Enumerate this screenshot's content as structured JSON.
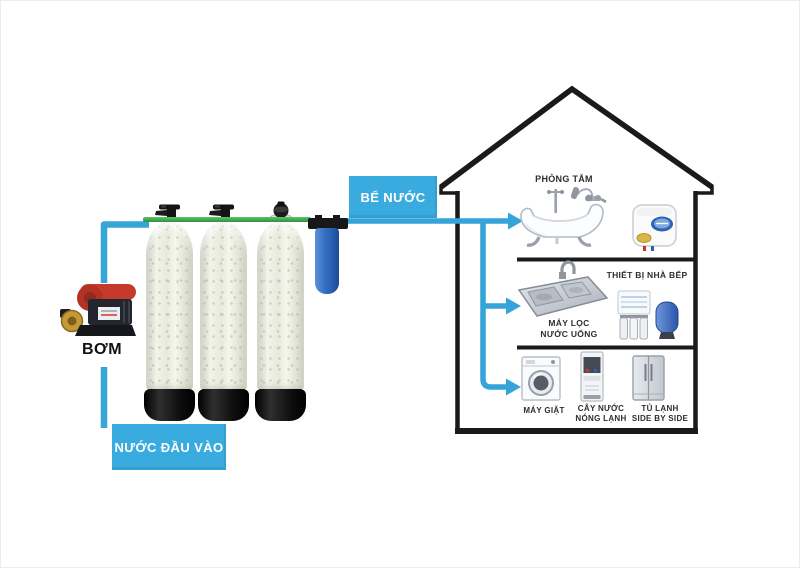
{
  "system": {
    "pump_label": "BƠM",
    "input_water_label": "NƯỚC ĐẦU VÀO",
    "storage_tank_label": "BỂ NƯỚC"
  },
  "house": {
    "bathroom": {
      "title": "PHÒNG TẮM"
    },
    "kitchen": {
      "title": "THIẾT BỊ NHÀ BẾP",
      "purifier_label_line1": "MÁY LỌC",
      "purifier_label_line2": "NƯỚC UỐNG"
    },
    "utility": {
      "washer_label": "MÁY GIẶT",
      "dispenser_label_line1": "CÂY NƯỚC",
      "dispenser_label_line2": "NÓNG LẠNH",
      "fridge_label_line1": "TỦ LẠNH",
      "fridge_label_line2": "SIDE BY SIDE"
    }
  },
  "colors": {
    "pipe_blue": "#35a4d8",
    "label_box_blue": "#3aabdf",
    "manifold_green": "#3dab4d",
    "house_outline": "#1a1a1a",
    "tank_body": "#edefe4",
    "filter_housing_blue": "#2a62b4",
    "pump_red": "#c63a2c",
    "background": "#ffffff"
  }
}
